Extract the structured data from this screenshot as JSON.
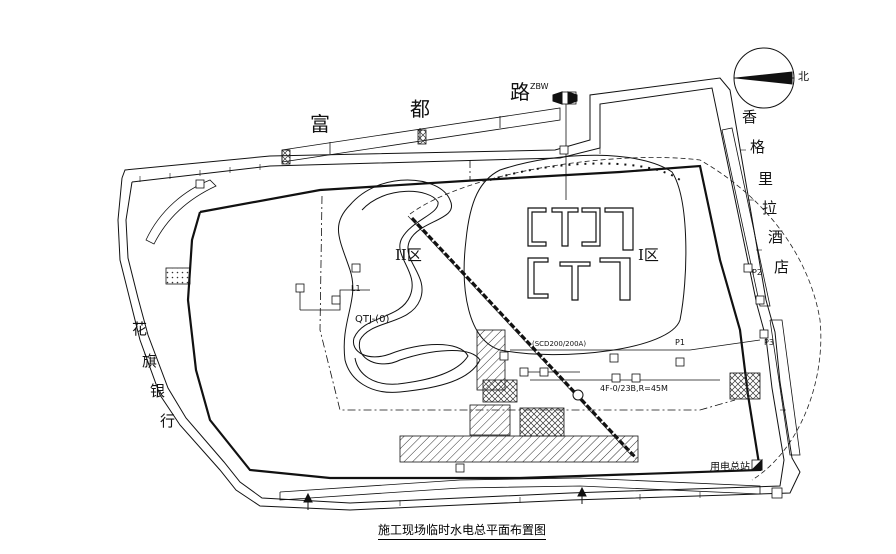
{
  "drawing_title": "施工现场临时水电总平面布置图",
  "roads": {
    "top": [
      "富",
      "都",
      "路"
    ],
    "right": [
      "香",
      "格",
      "里",
      "拉",
      "酒",
      "店"
    ],
    "left": [
      "花",
      "旗",
      "银",
      "行"
    ]
  },
  "zones": {
    "zone1": "I区",
    "zone2": "II区"
  },
  "north_label": "北",
  "labels": {
    "zbw": "ZBW",
    "l1": "L1",
    "qtj": "QTJ-(0)",
    "hoist": "(SCD200/200A)",
    "p1": "P1",
    "p2": "P2",
    "p3": "P3",
    "crane": "4F-0/23B,R=45M",
    "power_station": "用电总站"
  },
  "colors": {
    "line": "#111111",
    "hatch": "#444444",
    "background": "#ffffff"
  }
}
